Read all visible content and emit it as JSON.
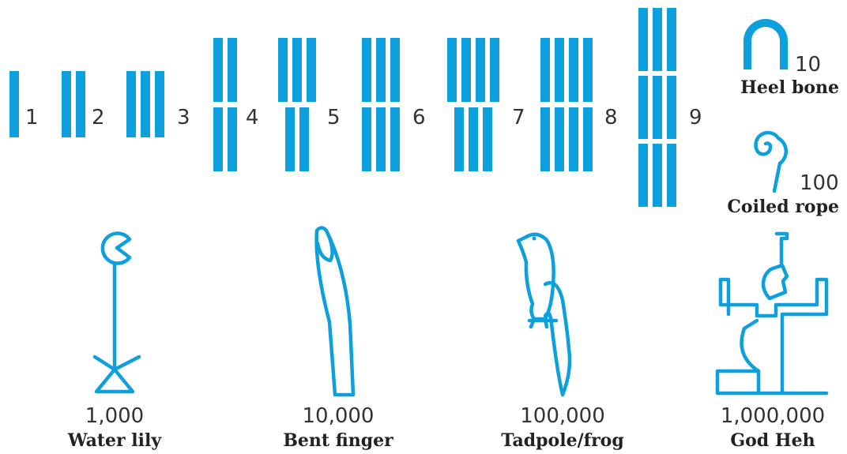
{
  "accent_color": "#0ea0dc",
  "strokes": [
    {
      "label": "1",
      "count": 1
    },
    {
      "label": "2",
      "count": 2
    },
    {
      "label": "3",
      "count": 3
    },
    {
      "label": "4",
      "count": 4
    },
    {
      "label": "5",
      "count": 5
    },
    {
      "label": "6",
      "count": 6
    },
    {
      "label": "7",
      "count": 7
    },
    {
      "label": "8",
      "count": 8
    },
    {
      "label": "9",
      "count": 9
    }
  ],
  "symbols": {
    "heel_bone": {
      "value": "10",
      "name": "Heel bone",
      "icon": "heel-bone-icon"
    },
    "coiled_rope": {
      "value": "100",
      "name": "Coiled rope",
      "icon": "coiled-rope-icon"
    },
    "water_lily": {
      "value": "1,000",
      "name": "Water lily",
      "icon": "water-lily-icon"
    },
    "bent_finger": {
      "value": "10,000",
      "name": "Bent finger",
      "icon": "bent-finger-icon"
    },
    "tadpole_frog": {
      "value": "100,000",
      "name": "Tadpole/frog",
      "icon": "tadpole-frog-icon"
    },
    "god_heh": {
      "value": "1,000,000",
      "name": "God Heh",
      "icon": "god-heh-icon"
    }
  }
}
